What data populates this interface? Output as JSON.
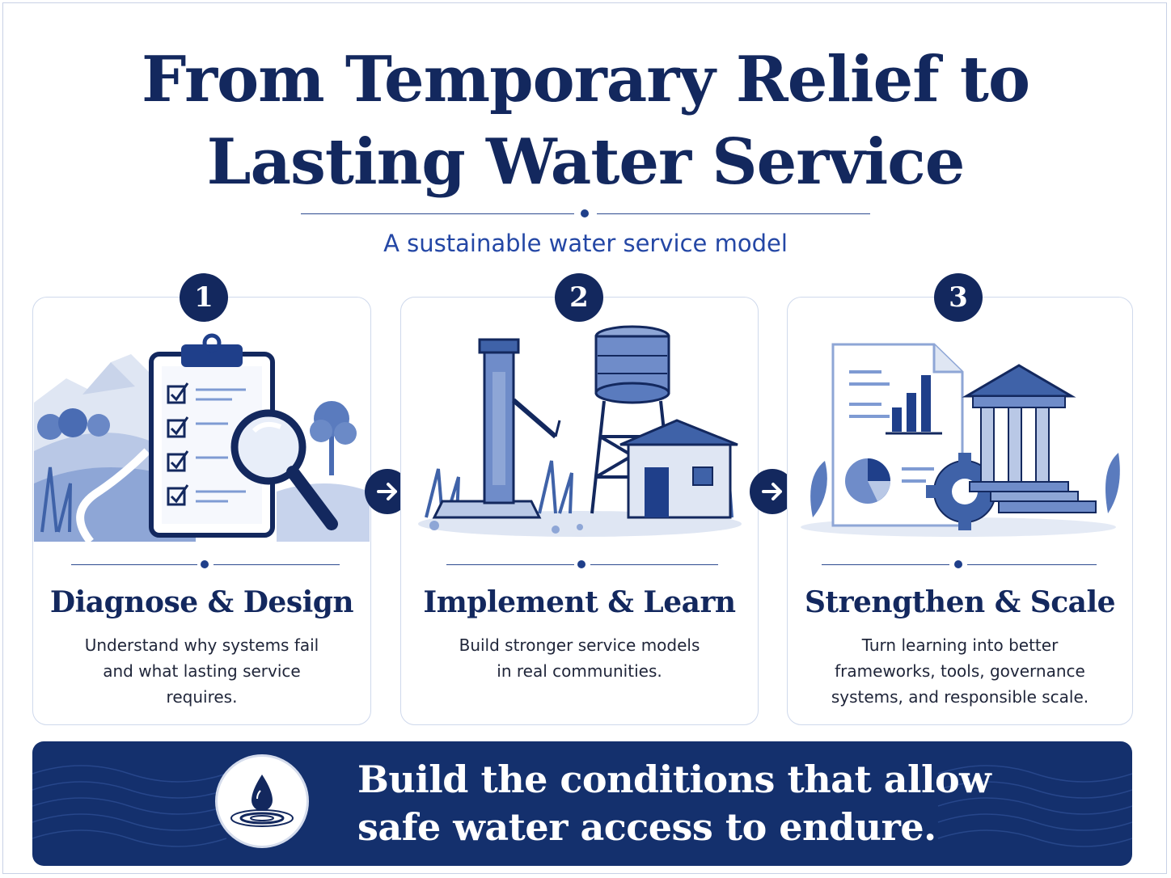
{
  "header": {
    "title_line1": "From Temporary Relief to",
    "title_line2": "Lasting Water Service",
    "subtitle": "A sustainable water service model"
  },
  "steps": [
    {
      "number": "1",
      "title": "Diagnose & Design",
      "desc_line1": "Understand why systems fail",
      "desc_line2": "and what lasting service",
      "desc_line3": "requires.",
      "icon": "clipboard-magnifier-icon"
    },
    {
      "number": "2",
      "title": "Implement & Learn",
      "desc_line1": "Build stronger service models",
      "desc_line2": "in real communities.",
      "desc_line3": "",
      "icon": "hand-pump-water-tower-icon"
    },
    {
      "number": "3",
      "title": "Strengthen & Scale",
      "desc_line1": "Turn learning into better",
      "desc_line2": "frameworks, tools, governance",
      "desc_line3": "systems, and responsible scale.",
      "icon": "report-institution-gear-icon"
    }
  ],
  "banner": {
    "line1": "Build the conditions that allow",
    "line2": "safe water access to endure.",
    "icon": "water-drop-icon"
  },
  "colors": {
    "navy": "#13285e",
    "accent_blue": "#2447a5",
    "illustration_blue": "#3f62a8",
    "banner_bg": "#14306d"
  }
}
